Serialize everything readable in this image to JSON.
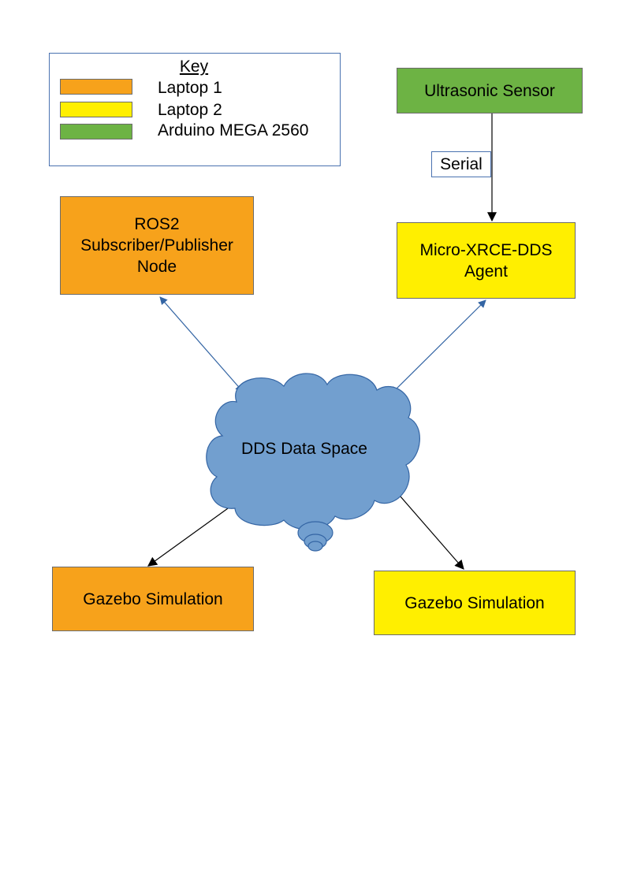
{
  "colors": {
    "laptop1": "#f7a21b",
    "laptop2": "#ffef00",
    "arduino": "#6db344",
    "cloud": "#729fcf",
    "link": "#3465a4"
  },
  "key": {
    "title": "Key",
    "items": [
      {
        "label": "Laptop 1",
        "color": "#f7a21b"
      },
      {
        "label": "Laptop 2",
        "color": "#ffef00"
      },
      {
        "label": "Arduino MEGA 2560",
        "color": "#6db344"
      }
    ]
  },
  "nodes": {
    "ultrasonic": {
      "label": "Ultrasonic Sensor"
    },
    "serial": {
      "label": "Serial"
    },
    "ros2_node": {
      "line1": "ROS2",
      "line2": "Subscriber/Publisher",
      "line3": "Node"
    },
    "agent": {
      "line1": "Micro-XRCE-DDS",
      "line2": "Agent"
    },
    "dds": {
      "label": "DDS Data Space"
    },
    "gazebo1": {
      "label": "Gazebo Simulation"
    },
    "gazebo2": {
      "label": "Gazebo Simulation"
    }
  }
}
